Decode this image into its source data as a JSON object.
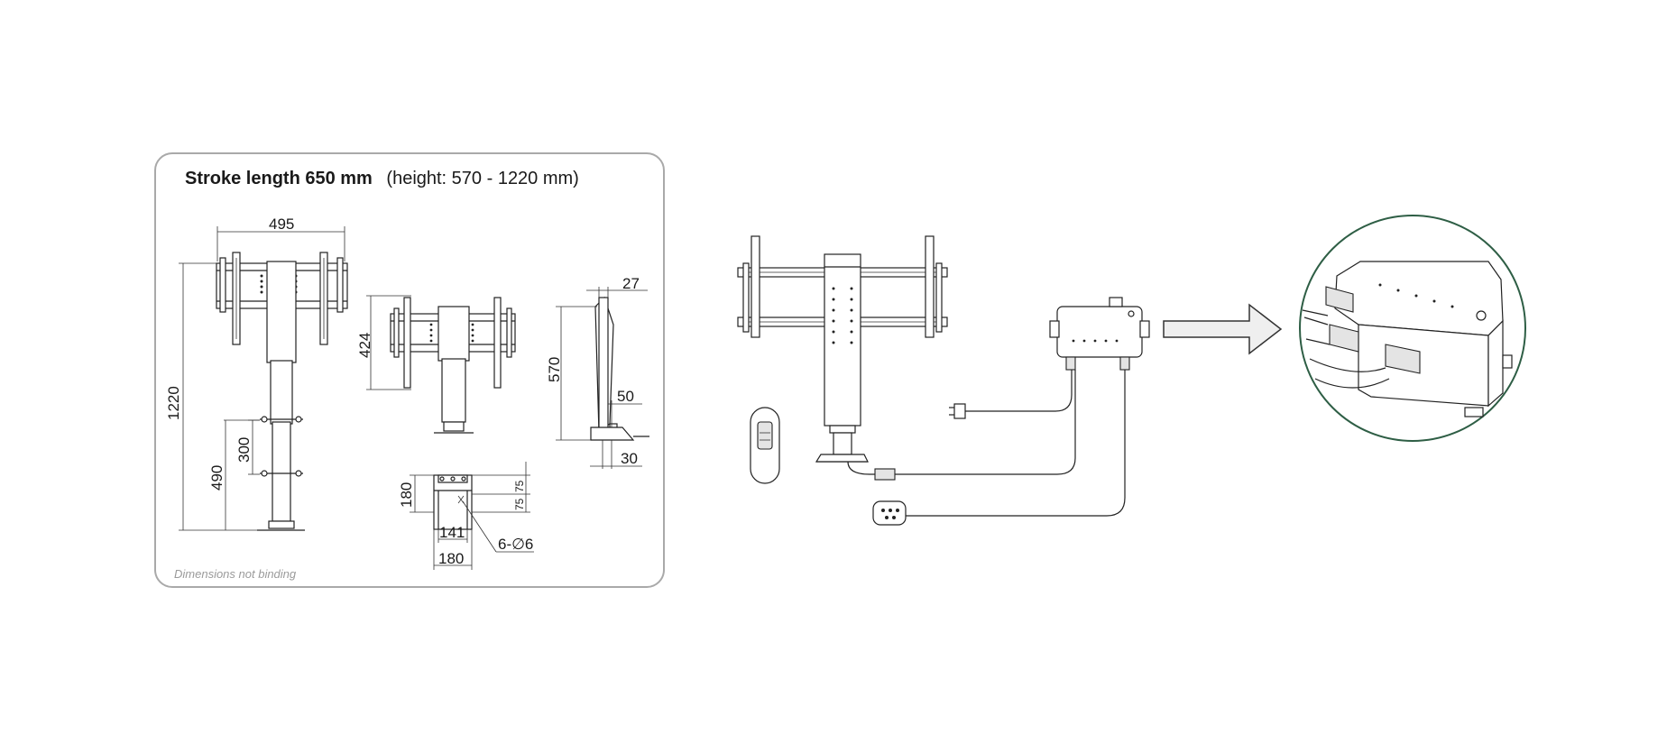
{
  "spec": {
    "title_bold": "Stroke length 650 mm",
    "title_rest": "(height: 570 - 1220 mm)",
    "note": "Dimensions not binding"
  },
  "dimensions": {
    "width_top": "495",
    "total_height": "1220",
    "base_height": "490",
    "pole_span": "300",
    "mount_height": "424",
    "depth": "27",
    "side_height": "570",
    "foot_offset": "50",
    "foot_depth": "30",
    "base_side": "180",
    "base_inner_a": "75",
    "base_inner_b": "75",
    "base_hole_span": "141",
    "base_width": "180",
    "holes": "6-∅6"
  },
  "colors": {
    "panel_border": "#a9a9a9",
    "detail_circle": "#2e5e45",
    "arrow_fill": "#efefef"
  }
}
